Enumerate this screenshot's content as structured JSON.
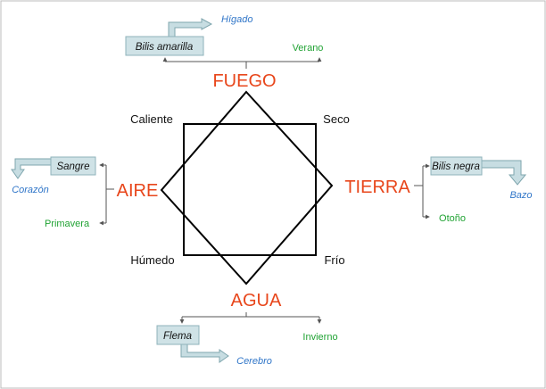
{
  "colors": {
    "element_red": "#e8461b",
    "humor_box_fill": "#cfe2e6",
    "humor_box_stroke": "#8fb3bb",
    "arrow_fill": "#c7dde2",
    "arrow_stroke": "#7fa6ae",
    "organ_blue": "#2f75c8",
    "season_green": "#21a334",
    "line_gray": "#777777",
    "border_gray": "#bbbbbb"
  },
  "elements": {
    "fuego": "FUEGO",
    "aire": "AIRE",
    "tierra": "TIERRA",
    "agua": "AGUA"
  },
  "qualities": {
    "caliente": "Caliente",
    "seco": "Seco",
    "humedo": "Húmedo",
    "frio": "Frío"
  },
  "humors": {
    "fuego": "Bilis amarilla",
    "aire": "Sangre",
    "tierra": "Bilis negra",
    "agua": "Flema"
  },
  "organs": {
    "fuego": "Hígado",
    "aire": "Corazón",
    "tierra": "Bazo",
    "agua": "Cerebro"
  },
  "seasons": {
    "fuego": "Verano",
    "aire": "Primavera",
    "tierra": "Otoño",
    "agua": "Invierno"
  }
}
